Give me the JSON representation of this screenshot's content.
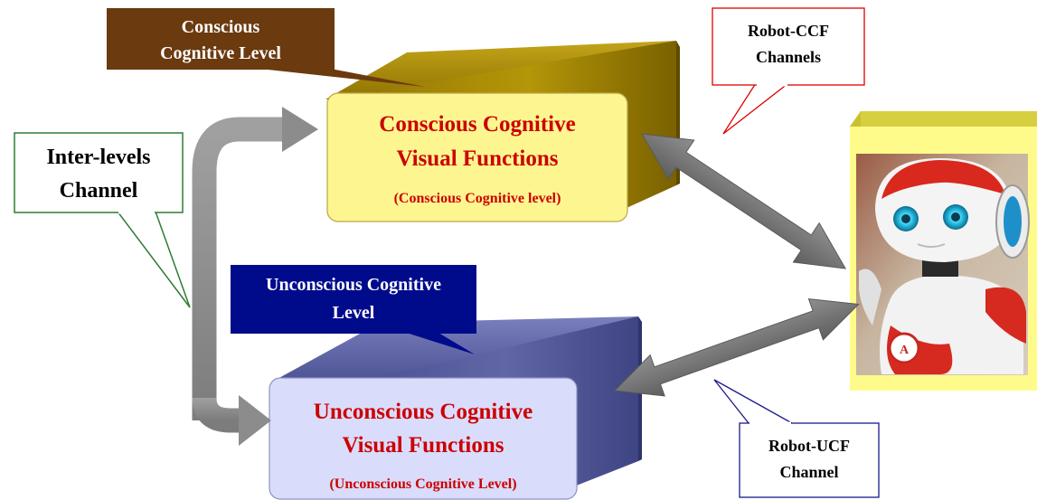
{
  "conscious_callout": {
    "line1": "Conscious",
    "line2": "Cognitive Level"
  },
  "conscious_box": {
    "line1": "Conscious Cognitive",
    "line2": "Visual Functions",
    "sub": "(Conscious Cognitive level)"
  },
  "unconscious_callout": {
    "line1": "Unconscious Cognitive",
    "line2": "Level"
  },
  "unconscious_box": {
    "line1": "Unconscious Cognitive",
    "line2": "Visual Functions",
    "sub": "(Unconscious Cognitive Level)"
  },
  "inter_levels_callout": {
    "line1": "Inter-levels",
    "line2": "Channel"
  },
  "robot_ccf_callout": {
    "line1": "Robot-CCF",
    "line2": "Channels"
  },
  "robot_ucf_callout": {
    "line1": "Robot-UCF",
    "line2": "Channel"
  },
  "colors": {
    "conscious_block": "#8a6e00",
    "conscious_face": "#fdf690",
    "conscious_label_bg": "#6b3a0f",
    "unconscious_block": "#545a96",
    "unconscious_face": "#dadcfb",
    "unconscious_label_bg": "#000b8c",
    "title_red": "#cc0000",
    "arrow_gray": "#8c8c8c",
    "robot_frame": "#fffb8a"
  },
  "robot_image": {
    "icon": "humanoid-robot-photo"
  }
}
